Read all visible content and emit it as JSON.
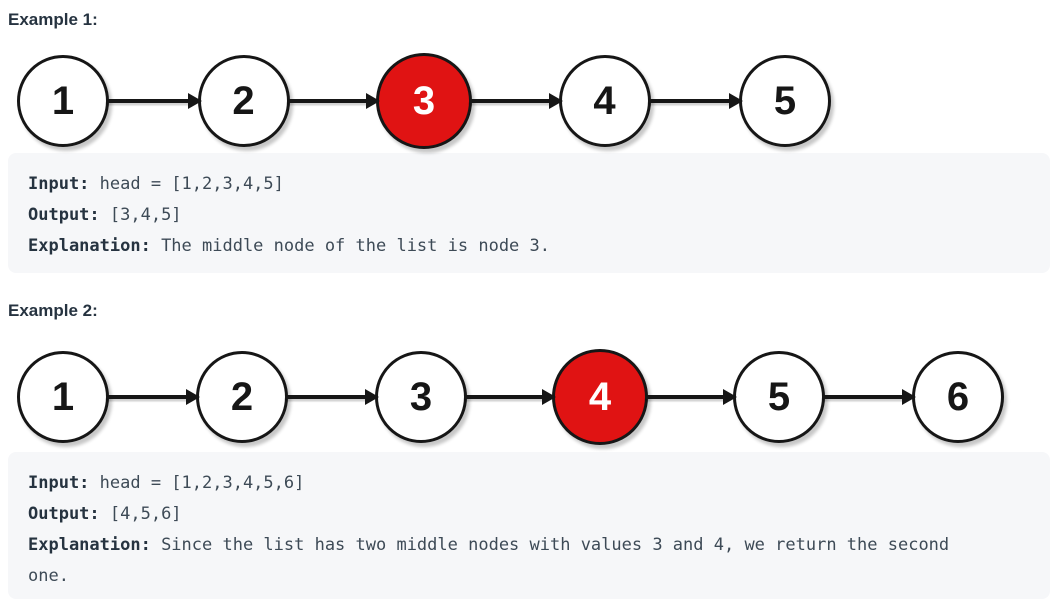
{
  "colors": {
    "page_bg": "#ffffff",
    "heading_text": "#263340",
    "code_bg": "#f6f7f9",
    "code_label_text": "#263340",
    "code_body_text": "#3d4a56",
    "node_fill": "#ffffff",
    "node_border": "#161616",
    "node_text": "#161616",
    "node_highlight_fill": "#e01313",
    "node_highlight_text": "#ffffff",
    "arrow": "#161616"
  },
  "examples": [
    {
      "heading": "Example 1:",
      "diagram": {
        "description": "singly linked list 1->2->3->4->5 with middle node 3 highlighted red",
        "nodes": [
          {
            "value": "1",
            "highlighted": false
          },
          {
            "value": "2",
            "highlighted": false
          },
          {
            "value": "3",
            "highlighted": true
          },
          {
            "value": "4",
            "highlighted": false
          },
          {
            "value": "5",
            "highlighted": false
          }
        ]
      },
      "code_lines": [
        {
          "label": "Input:",
          "text": " head = [1,2,3,4,5]"
        },
        {
          "label": "Output:",
          "text": " [3,4,5]"
        },
        {
          "label": "Explanation:",
          "text": " The middle node of the list is node 3."
        }
      ]
    },
    {
      "heading": "Example 2:",
      "diagram": {
        "description": "singly linked list 1->2->3->4->5->6 with second middle node 4 highlighted red",
        "nodes": [
          {
            "value": "1",
            "highlighted": false
          },
          {
            "value": "2",
            "highlighted": false
          },
          {
            "value": "3",
            "highlighted": false
          },
          {
            "value": "4",
            "highlighted": true
          },
          {
            "value": "5",
            "highlighted": false
          },
          {
            "value": "6",
            "highlighted": false
          }
        ]
      },
      "code_lines": [
        {
          "label": "Input:",
          "text": " head = [1,2,3,4,5,6]"
        },
        {
          "label": "Output:",
          "text": " [4,5,6]"
        },
        {
          "label": "Explanation:",
          "text": " Since the list has two middle nodes with values 3 and 4, we return the second"
        },
        {
          "label": "",
          "text": "one."
        }
      ]
    }
  ]
}
